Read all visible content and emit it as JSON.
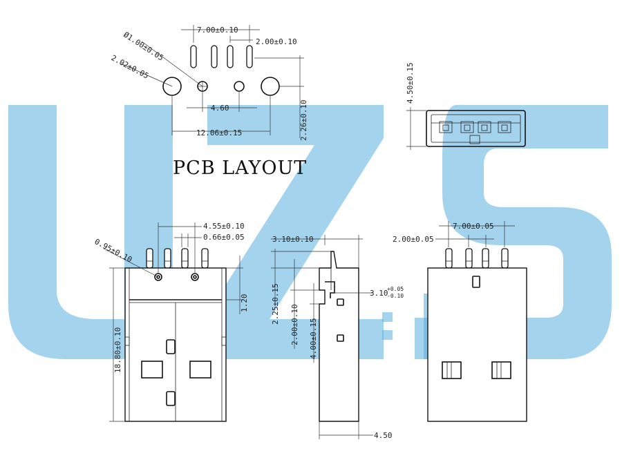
{
  "watermark": "UZS",
  "pcb": {
    "title": "PCB LAYOUT",
    "dim_pitch_outer": "7.00±0.10",
    "dim_pitch_inner": "2.00±0.10",
    "dim_small_hole": "Ø1.00±0.05",
    "dim_large_hole": "2.02±0.05",
    "dim_hole_spacing": "4.60",
    "dim_shell_spacing": "12.06±0.15",
    "dim_pad_offset": "2.26±0.10"
  },
  "end_view": {
    "dim_height": "4.50±0.15"
  },
  "top_view": {
    "dim_pitch": "4.55±0.10",
    "dim_pin_width": "0.66±0.05",
    "dim_hole": "0.95±0.10",
    "dim_length": "18.80±0.10",
    "dim_step": "1.20"
  },
  "side_view": {
    "dim_top_offset": "3.10±0.10",
    "dim_post_offset": "3.10",
    "dim_post_tol_upper": "+0.05",
    "dim_post_tol_lower": "-0.10",
    "dim_a": "2.25±0.15",
    "dim_b": "2.00±0.10",
    "dim_c": "4.00±0.15",
    "dim_thickness": "4.50"
  },
  "back_view": {
    "dim_pitch_outer": "7.00±0.05",
    "dim_pitch_inner": "2.00±0.05"
  }
}
